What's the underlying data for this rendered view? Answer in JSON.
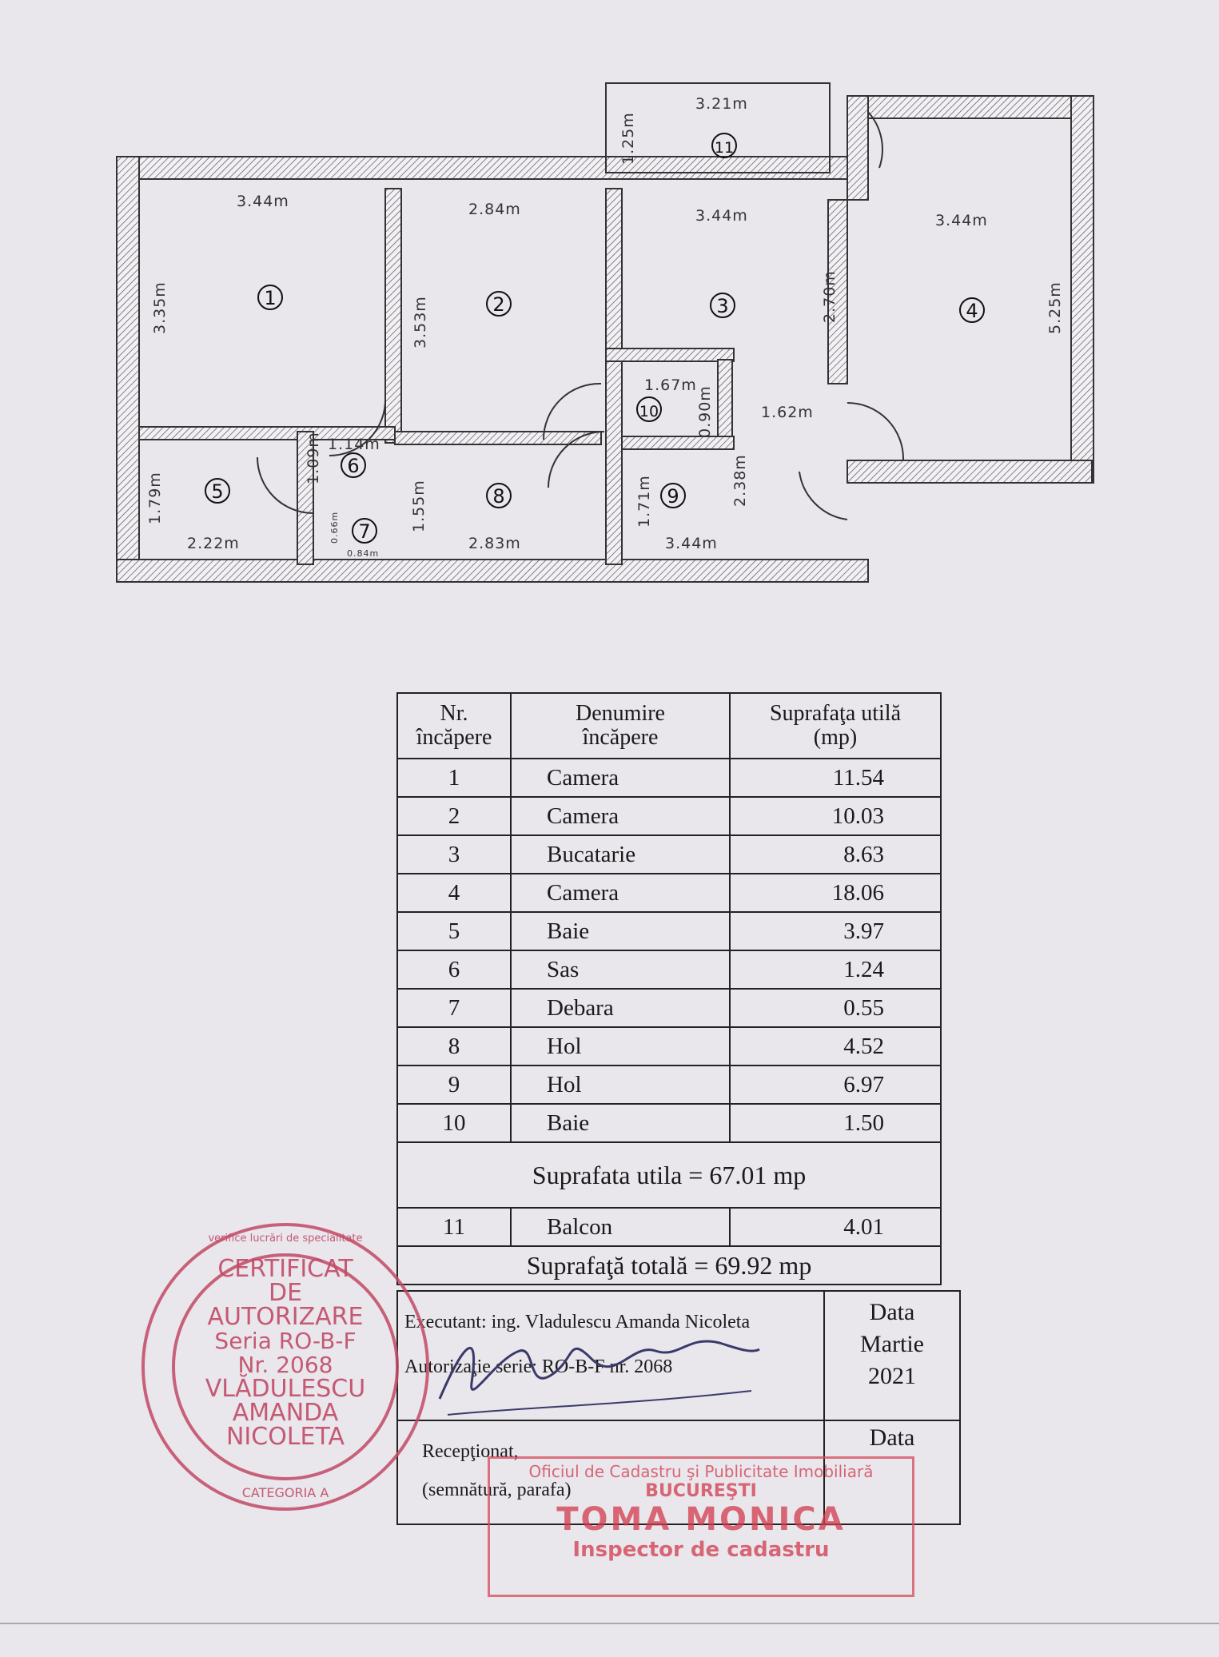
{
  "floorplan": {
    "dimensions": {
      "r11_w": "3.21m",
      "r11_h": "1.25m",
      "r1_w": "3.44m",
      "r1_h": "3.35m",
      "r2_w": "2.84m",
      "r2_h": "3.53m",
      "r3_w": "3.44m",
      "r3_h": "2.70m",
      "r4_w": "3.44m",
      "r4_h": "5.25m",
      "r10_w": "1.67m",
      "r10_h": "0.90m",
      "r9_side": "1.62m",
      "r9_w": "3.44m",
      "r9_h": "1.71m",
      "r9_h2": "2.38m",
      "r5_w": "2.22m",
      "r5_h": "1.79m",
      "r6_w": "1.14m",
      "r6_h": "1.09m",
      "r7_h": "0.66m",
      "r7_w": "0.84m",
      "r8_w": "2.83m",
      "r8_h": "1.55m"
    },
    "labels": [
      "1",
      "2",
      "3",
      "4",
      "5",
      "6",
      "7",
      "8",
      "9",
      "10",
      "11"
    ]
  },
  "table": {
    "headers": [
      "Nr.\nîncăpere",
      "Denumire\nîncăpere",
      "Suprafaţa utilă\n(mp)"
    ],
    "rows": [
      {
        "nr": "1",
        "name": "Camera",
        "area": "11.54"
      },
      {
        "nr": "2",
        "name": "Camera",
        "area": "10.03"
      },
      {
        "nr": "3",
        "name": "Bucatarie",
        "area": "8.63"
      },
      {
        "nr": "4",
        "name": "Camera",
        "area": "18.06"
      },
      {
        "nr": "5",
        "name": "Baie",
        "area": "3.97"
      },
      {
        "nr": "6",
        "name": "Sas",
        "area": "1.24"
      },
      {
        "nr": "7",
        "name": "Debara",
        "area": "0.55"
      },
      {
        "nr": "8",
        "name": "Hol",
        "area": "4.52"
      },
      {
        "nr": "9",
        "name": "Hol",
        "area": "6.97"
      },
      {
        "nr": "10",
        "name": "Baie",
        "area": "1.50"
      }
    ],
    "subtotal": "Suprafata utila = 67.01 mp",
    "balcony": {
      "nr": "11",
      "name": "Balcon",
      "area": "4.01"
    },
    "total": "Suprafaţă totală = 69.92 mp"
  },
  "signature_block": {
    "executant": "Executant: ing. Vladulescu Amanda Nicoleta",
    "authorization": "Autorizaţie serie: RO-B-F nr. 2068",
    "date_label": "Data",
    "date_value_1": "Martie",
    "date_value_2": "2021",
    "received": "Recepţionat,",
    "received_date": "Data",
    "signature_note": "(semnătură, parafa)"
  },
  "stamps": {
    "round": {
      "lines": [
        "CERTIFICAT",
        "DE",
        "AUTORIZARE",
        "Seria RO-B-F",
        "Nr. 2068",
        "VLĂDULESCU",
        "AMANDA",
        "NICOLETA"
      ],
      "ring_text": "verifice lucrări de specialitate",
      "category": "CATEGORIA A",
      "color": "#c24a66"
    },
    "rect": {
      "line1": "Oficiul de Cadastru şi Publicitate Imobiliară",
      "line2": "BUCUREŞTI",
      "line3": "TOMA MONICA",
      "line4": "Inspector de cadastru",
      "color": "#d23a4c"
    }
  }
}
